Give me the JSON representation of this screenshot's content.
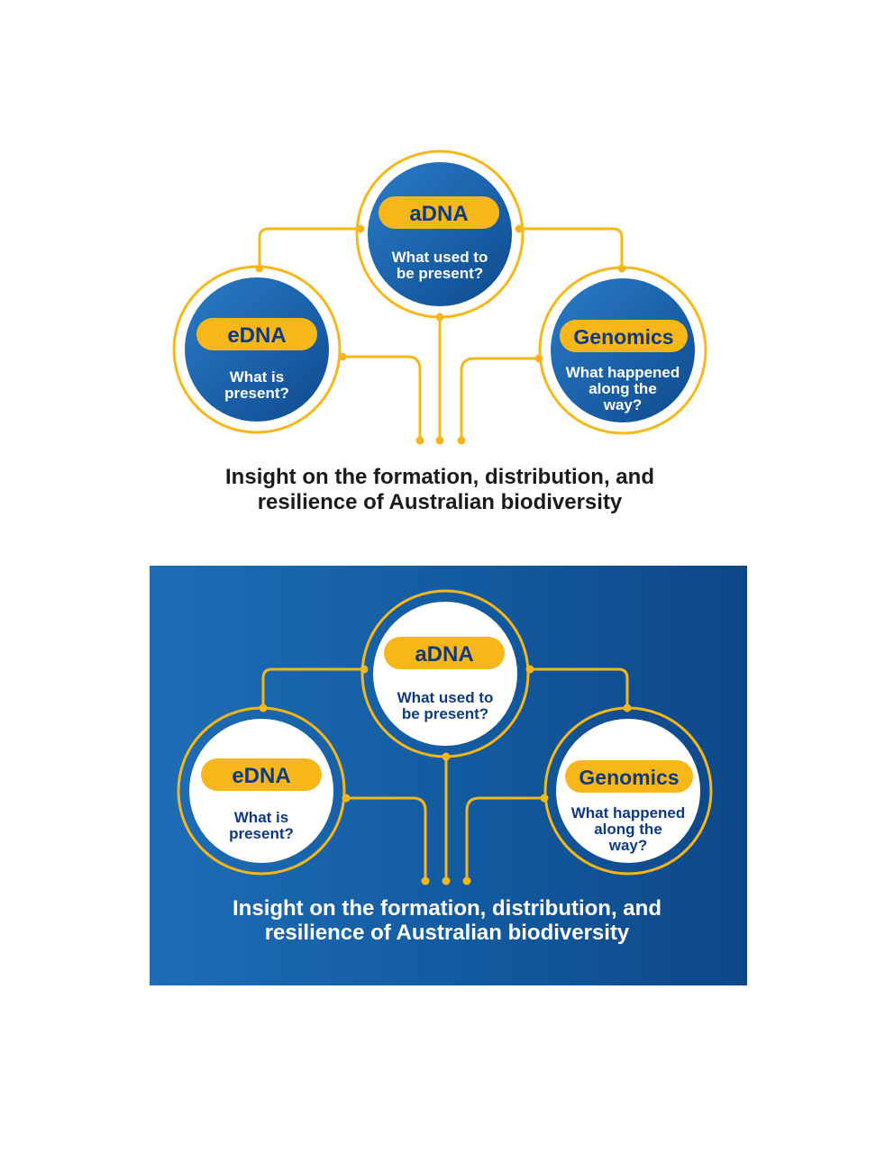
{
  "colors": {
    "gold": "#f7b718",
    "navy_text": "#0e3a82",
    "blue_dark": "#0e4a8f",
    "blue_light": "#2a7cc6",
    "white": "#ffffff",
    "caption_dark": "#1b1b1b"
  },
  "diagram_light": {
    "nodes": {
      "adna": {
        "pill": "aDNA",
        "question_line1": "What used to",
        "question_line2": "be present?"
      },
      "edna": {
        "pill": "eDNA",
        "question_line1": "What is",
        "question_line2": "present?"
      },
      "genomics": {
        "pill": "Genomics",
        "question_line1": "What happened",
        "question_line2": "along the",
        "question_line3": "way?"
      }
    },
    "caption_line1": "Insight on the formation,  distribution, and",
    "caption_line2": "resilience of Australian biodiversity"
  },
  "diagram_dark": {
    "nodes": {
      "adna": {
        "pill": "aDNA",
        "question_line1": "What used to",
        "question_line2": "be present?"
      },
      "edna": {
        "pill": "eDNA",
        "question_line1": "What is",
        "question_line2": "present?"
      },
      "genomics": {
        "pill": "Genomics",
        "question_line1": "What happened",
        "question_line2": "along the",
        "question_line3": "way?"
      }
    },
    "caption_line1": "Insight on the formation,  distribution, and",
    "caption_line2": "resilience of Australian biodiversity"
  }
}
